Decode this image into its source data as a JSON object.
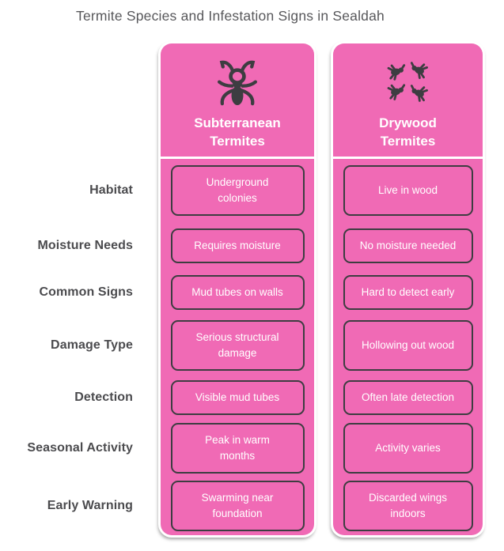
{
  "title": "Termite Species and Infestation Signs in Sealdah",
  "columns": [
    {
      "name": "Subterranean\nTermites",
      "icon": "termite-icon"
    },
    {
      "name": "Drywood\nTermites",
      "icon": "termite-swarm-icon"
    }
  ],
  "rows": [
    {
      "label": "Habitat",
      "cells": [
        "Underground\ncolonies",
        "Live in wood"
      ]
    },
    {
      "label": "Moisture Needs",
      "cells": [
        "Requires moisture",
        "No moisture needed"
      ]
    },
    {
      "label": "Common Signs",
      "cells": [
        "Mud tubes on walls",
        "Hard to detect early"
      ]
    },
    {
      "label": "Damage Type",
      "cells": [
        "Serious structural\ndamage",
        "Hollowing out wood"
      ]
    },
    {
      "label": "Detection",
      "cells": [
        "Visible mud tubes",
        "Often late detection"
      ]
    },
    {
      "label": "Seasonal Activity",
      "cells": [
        "Peak in warm\nmonths",
        "Activity varies"
      ]
    },
    {
      "label": "Early Warning",
      "cells": [
        "Swarming near\nfoundation",
        "Discarded wings\nindoors"
      ]
    }
  ],
  "colors": {
    "card_pink": "#f06ab5",
    "border_dark": "#3d3d41",
    "title_gray": "#58585b",
    "label_gray": "#4b4b4e",
    "cell_text": "#ffffff",
    "background": "#ffffff"
  }
}
